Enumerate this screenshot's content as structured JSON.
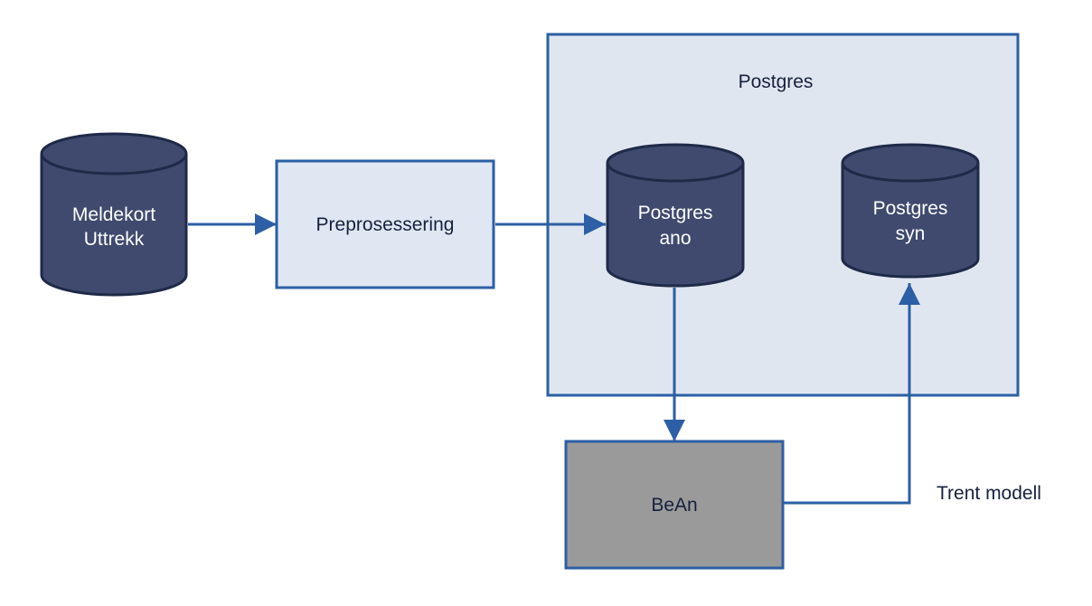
{
  "diagram": {
    "colors": {
      "line": "#2c5fa5",
      "box_border": "#2c5fa5",
      "cylinder_fill": "#3f4a6e",
      "cylinder_outline": "#1e2a48",
      "group_fill": "#e0e6f0",
      "process_fill": "#dfe7f3",
      "model_fill": "#9a9a9a",
      "text_dark": "#16213e",
      "text_light": "#ffffff"
    },
    "nodes": {
      "meldekort": {
        "line1": "Meldekort",
        "line2": "Uttrekk",
        "shape": "database-cylinder"
      },
      "preprosessering": {
        "label": "Preprosessering",
        "shape": "process-box"
      },
      "postgres_group": {
        "label": "Postgres",
        "shape": "group-container"
      },
      "postgres_ano": {
        "line1": "Postgres",
        "line2": "ano",
        "shape": "database-cylinder"
      },
      "postgres_syn": {
        "line1": "Postgres",
        "line2": "syn",
        "shape": "database-cylinder"
      },
      "bean": {
        "label": "BeAn",
        "shape": "process-box"
      }
    },
    "edges": [
      {
        "from": "meldekort",
        "to": "preprosessering"
      },
      {
        "from": "preprosessering",
        "to": "postgres_ano"
      },
      {
        "from": "postgres_ano",
        "to": "bean"
      },
      {
        "from": "bean",
        "to": "postgres_syn",
        "label": "Trent modell"
      }
    ]
  }
}
